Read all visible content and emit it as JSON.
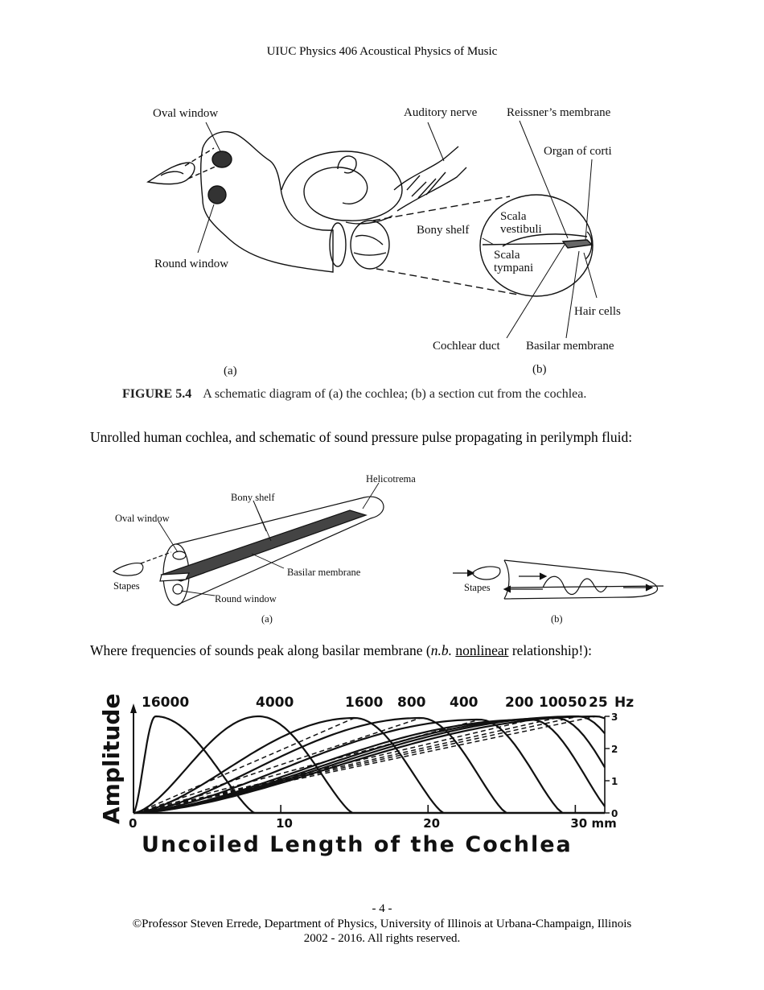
{
  "header": "UIUC Physics 406 Acoustical Physics of Music",
  "figure1": {
    "labels": {
      "oval_window": "Oval window",
      "round_window": "Round window",
      "auditory_nerve": "Auditory nerve",
      "reissners_membrane": "Reissner’s membrane",
      "organ_of_corti": "Organ of corti",
      "bony_shelf": "Bony shelf",
      "scala_vestibuli_1": "Scala",
      "scala_vestibuli_2": "vestibuli",
      "scala_tympani_1": "Scala",
      "scala_tympani_2": "tympani",
      "hair_cells": "Hair cells",
      "cochlear_duct": "Cochlear duct",
      "basilar_membrane": "Basilar membrane",
      "panel_a": "(a)",
      "panel_b": "(b)"
    },
    "caption_label": "FIGURE 5.4",
    "caption_text": "A schematic diagram of (a) the cochlea; (b) a section cut from the cochlea."
  },
  "paragraph1": "Unrolled human cochlea, and schematic of sound pressure pulse propagating in perilymph fluid:",
  "figure2": {
    "labels": {
      "helicotrema": "Helicotrema",
      "bony_shelf": "Bony shelf",
      "oval_window": "Oval window",
      "basilar_membrane": "Basilar membrane",
      "stapes": "Stapes",
      "round_window": "Round window",
      "panel_a": "(a)",
      "stapes_b": "Stapes",
      "panel_b": "(b)"
    }
  },
  "paragraph2": {
    "before": "Where frequencies of sounds peak along basilar membrane (",
    "nb": "n.b.",
    "space": " ",
    "underlined": "nonlinear",
    "after": " relationship!):"
  },
  "chart_data": {
    "type": "line",
    "ylabel": "Amplitude",
    "xlabel": "Uncoiled Length of the Cochlea",
    "x_ticks": [
      "0",
      "10",
      "20",
      "30 mm"
    ],
    "y_ticks": [
      "0",
      "1",
      "2",
      "3"
    ],
    "xlim": [
      0,
      32
    ],
    "ylim": [
      0,
      3
    ],
    "frequency_unit": "Hz",
    "series": [
      {
        "name": "16000",
        "peak_x": 1.5,
        "peak_y": 3.0
      },
      {
        "name": "4000",
        "peak_x": 8.5,
        "peak_y": 3.0
      },
      {
        "name": "1600",
        "peak_x": 15.0,
        "peak_y": 2.95
      },
      {
        "name": "800",
        "peak_x": 19.5,
        "peak_y": 2.95
      },
      {
        "name": "400",
        "peak_x": 23.5,
        "peak_y": 2.9
      },
      {
        "name": "200",
        "peak_x": 27.0,
        "peak_y": 2.9
      },
      {
        "name": "100",
        "peak_x": 28.7,
        "peak_y": 2.95
      },
      {
        "name": "50",
        "peak_x": 30.2,
        "peak_y": 3.0
      },
      {
        "name": "25",
        "peak_x": 31.4,
        "peak_y": 3.0
      }
    ]
  },
  "footer": {
    "page_number": "- 4 -",
    "line1": "©Professor Steven Errede, Department of Physics, University of Illinois at Urbana-Champaign, Illinois",
    "line2": "2002 - 2016. All rights reserved."
  }
}
